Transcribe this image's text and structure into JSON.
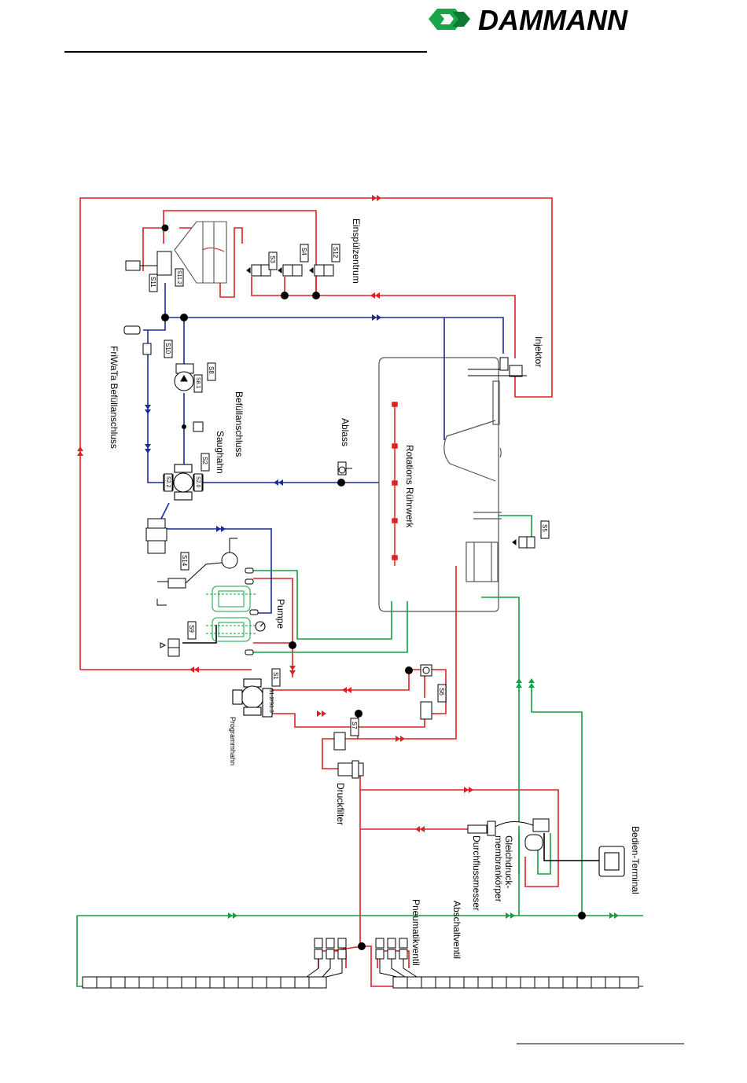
{
  "brand": {
    "name": "DAMMANN"
  },
  "labels": {
    "einspuelzentrum": "Einspülzentrum",
    "injektor": "Injektor",
    "friwata": "FriWaTa Befüllanschluss",
    "befuellanschluss": "Befüllanschluss",
    "saughahn": "Saughahn",
    "ablass": "Ablass",
    "ruehrwerk": "Rotations Rührwerk",
    "pumpe": "Pumpe",
    "programmhahn": "Programmhahn",
    "druckfilter": "Druckfilter",
    "gleichdruck_1": "Gleichdruck-",
    "gleichdruck_2": "membrankörper",
    "durchfluss": "Durchflussmesser",
    "bedien": "Bedien-Terminal",
    "abschaltventil": "Abschaltventil",
    "pneumatikventil": "Pneumatikventil"
  },
  "tags": {
    "s3": "S3",
    "s4": "S4",
    "s12": "S12",
    "s11": "S11",
    "s10": "S10",
    "s8": "S8",
    "s81": "S8.1",
    "s2": "S2",
    "s20": "S2.0",
    "s22": "S2.2",
    "s5": "S5",
    "s14": "S14",
    "s9": "S9",
    "s1": "S1",
    "s1213": "S1.2/S1.3",
    "s6": "S6",
    "s7": "S7",
    "s112": "S11.2"
  },
  "colors": {
    "pressure": "#e02020",
    "suction": "#1a2a9a",
    "return": "#12a040",
    "brand_green": "#19a64a"
  }
}
